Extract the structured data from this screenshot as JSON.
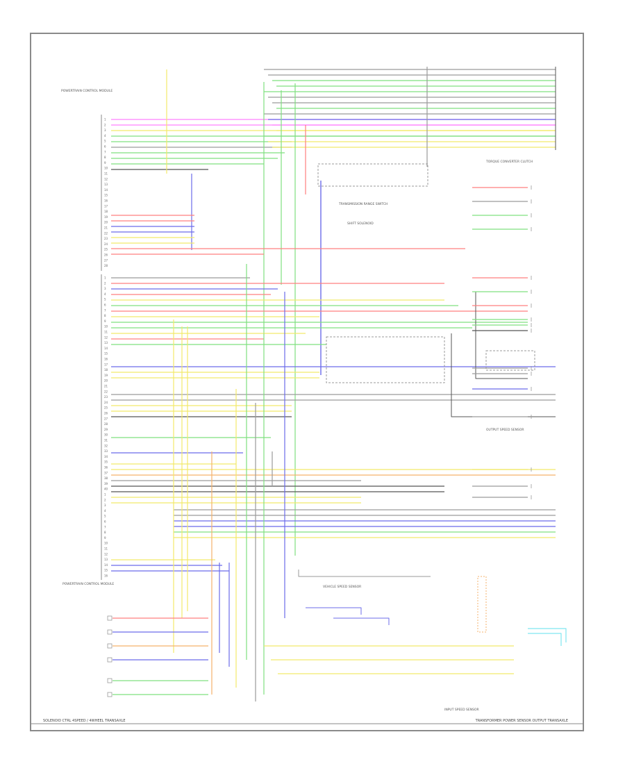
{
  "colors": {
    "green": "#7fe07f",
    "red": "#ff7f7f",
    "blue": "#6b6bea",
    "yellow": "#f2e96a",
    "pink": "#ff80ff",
    "gray": "#9a9a9a",
    "dark": "#555555",
    "orange": "#f5b26b",
    "cyan": "#7fe6f0"
  },
  "footer": {
    "left": "SOLENOID CTRL 4SPEED / 4WHEEL TRANSAXLE",
    "right": "TRANSFORMER POWER SENSOR OUTPUT TRANSAXLE"
  },
  "blocks": {
    "ecm_top": "POWERTRAIN CONTROL MODULE",
    "ecm_bottom": "POWERTRAIN CONTROL MODULE",
    "trans_switch": "TRANSMISSION RANGE SWITCH",
    "shift_solenoid": "SHIFT SOLENOID",
    "vss": "VEHICLE SPEED SENSOR",
    "tcc": "TORQUE CONVERTER CLUTCH",
    "output_speed": "OUTPUT SPEED SENSOR",
    "input_speed": "INPUT SPEED SENSOR"
  },
  "pins": [
    "1",
    "2",
    "3",
    "4",
    "5",
    "6",
    "7",
    "8",
    "9",
    "10",
    "11",
    "12",
    "13",
    "14",
    "15",
    "16",
    "17",
    "18",
    "19",
    "20",
    "21",
    "22",
    "23",
    "24",
    "25",
    "26",
    "27",
    "28",
    "29",
    "30",
    "31",
    "32",
    "33",
    "34",
    "35",
    "36",
    "37",
    "38",
    "39",
    "40"
  ]
}
